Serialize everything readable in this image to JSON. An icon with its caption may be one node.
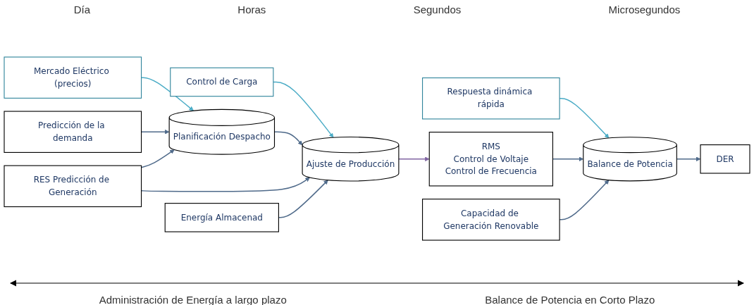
{
  "diagram": {
    "nodes": [
      {
        "text": [
          "Mercado Eléctrico (precios)"
        ]
      },
      {
        "text": [
          "Control de Carga"
        ]
      },
      {
        "text": [
          "Respuesta dinámica rápida"
        ]
      },
      {
        "text": [
          "Planificación Despacho"
        ]
      },
      {
        "text": [
          "Ajuste de Producción"
        ]
      },
      {
        "text": [
          "RMS",
          "Control de Voltaje",
          "Control de Frecuencia"
        ]
      },
      {
        "text": [
          "Balance de Potencia"
        ]
      },
      {
        "text": [
          "DER"
        ]
      },
      {
        "text": [
          "Predicción de la demanda"
        ]
      },
      {
        "text": [
          "RES Predicción de Generación"
        ]
      },
      {
        "text": [
          "Energía Almacenad"
        ]
      },
      {
        "text": [
          "Capacidad de Generación Renovable"
        ]
      }
    ],
    "edges": [
      {
        "from": 0,
        "to": 3,
        "arrow": "to",
        "color": "#4bacc6"
      },
      {
        "from": 1,
        "to": 4,
        "arrow": "to",
        "color": "#4bacc6"
      },
      {
        "from": 2,
        "to": 6,
        "arrow": "to",
        "color": "#4bacc6"
      },
      {
        "from": 3,
        "to": 4,
        "arrow": "to"
      },
      {
        "from": 4,
        "to": 5,
        "arrow": "to",
        "color": "#8064a2"
      },
      {
        "from": 5,
        "to": 6,
        "arrow": "to"
      },
      {
        "from": 6,
        "to": 7,
        "arrow": "to"
      },
      {
        "from": 8,
        "to": 3,
        "arrow": "to"
      },
      {
        "from": 9,
        "to": 3,
        "arrow": "to"
      },
      {
        "from": 9,
        "to": 4,
        "arrow": "to"
      },
      {
        "from": 10,
        "to": 4,
        "arrow": "to"
      },
      {
        "from": 11,
        "to": 6,
        "arrow": "to"
      }
    ],
    "labels": [
      "Día",
      "Horas",
      "Segundos",
      "Microsegundos",
      "Administración de Energía a largo plazo",
      "Balance de Potencia en Corto Plazo"
    ]
  }
}
